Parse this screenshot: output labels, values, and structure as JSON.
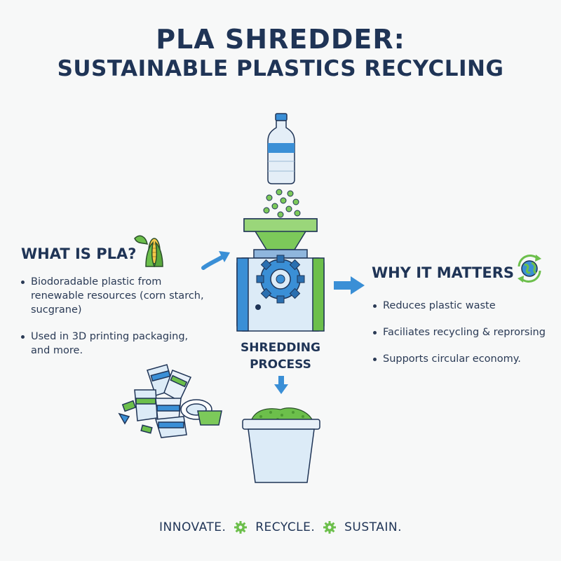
{
  "title_line1": "PLA SHREDDER:",
  "title_line2": "SUSTAINABLE PLASTICS RECYCLING",
  "left": {
    "heading": "WHAT IS PLA?",
    "bullets": [
      "Biodoradable plastic from renewable resources (corn starch, sucgrane)",
      "Used in 3D printing packaging, and more."
    ],
    "icon": "corn-icon"
  },
  "right": {
    "heading": "WHY IT MATTERS",
    "bullets": [
      "Reduces plastic waste",
      "Faciliates recycling & reprorsing",
      "Supports circular economy."
    ],
    "icon": "globe-recycle-icon"
  },
  "process_label": "SHREDDING PROCESS",
  "footer": {
    "word1": "INNOVATE.",
    "word2": "RECYCLE.",
    "word3": "SUSTAIN."
  },
  "colors": {
    "navy": "#1f3456",
    "blue": "#3a8fd6",
    "green": "#6cbf4b",
    "light_blue": "#dcebf7"
  }
}
